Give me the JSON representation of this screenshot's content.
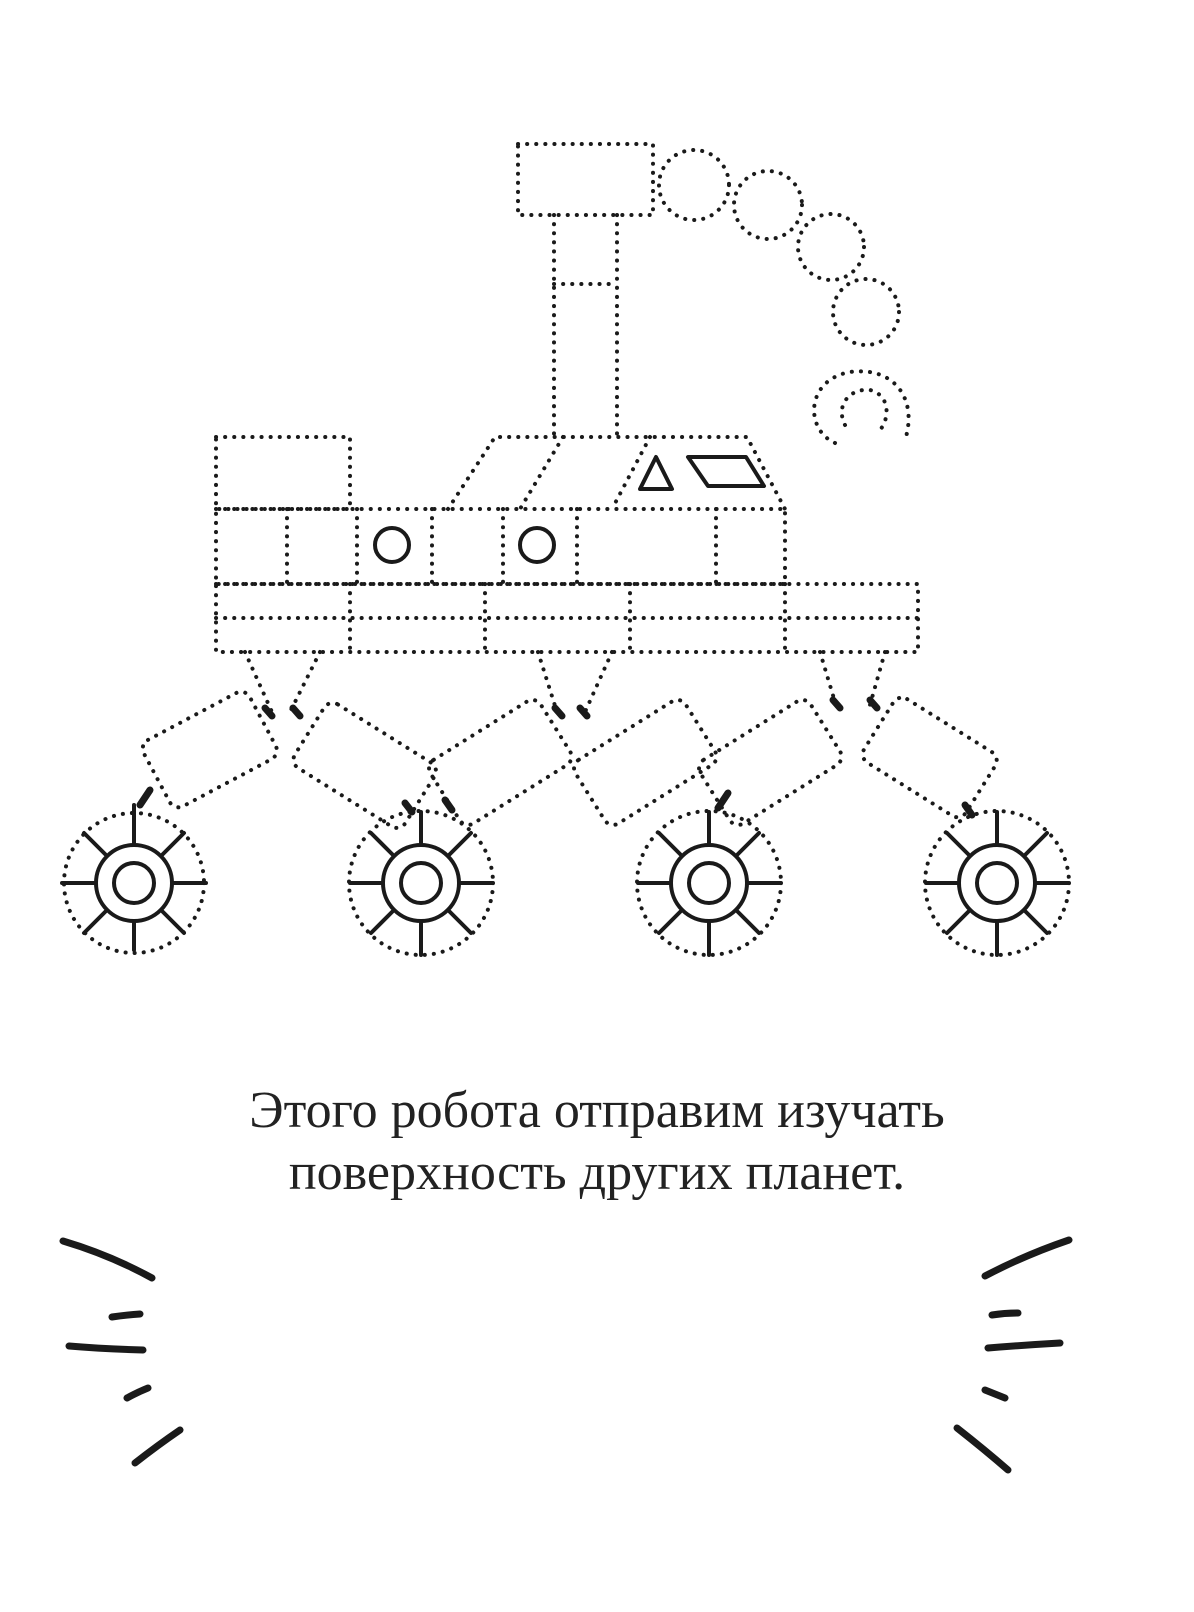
{
  "worksheet": {
    "caption_lines": [
      "Этого робота отправим изучать",
      "поверхность других планет."
    ]
  },
  "colors": {
    "ink": "#1a1a1a",
    "paper": "#ffffff"
  },
  "icons": {
    "robot": "rover-robot-illustration",
    "burst": "radiating-dash-lines"
  }
}
